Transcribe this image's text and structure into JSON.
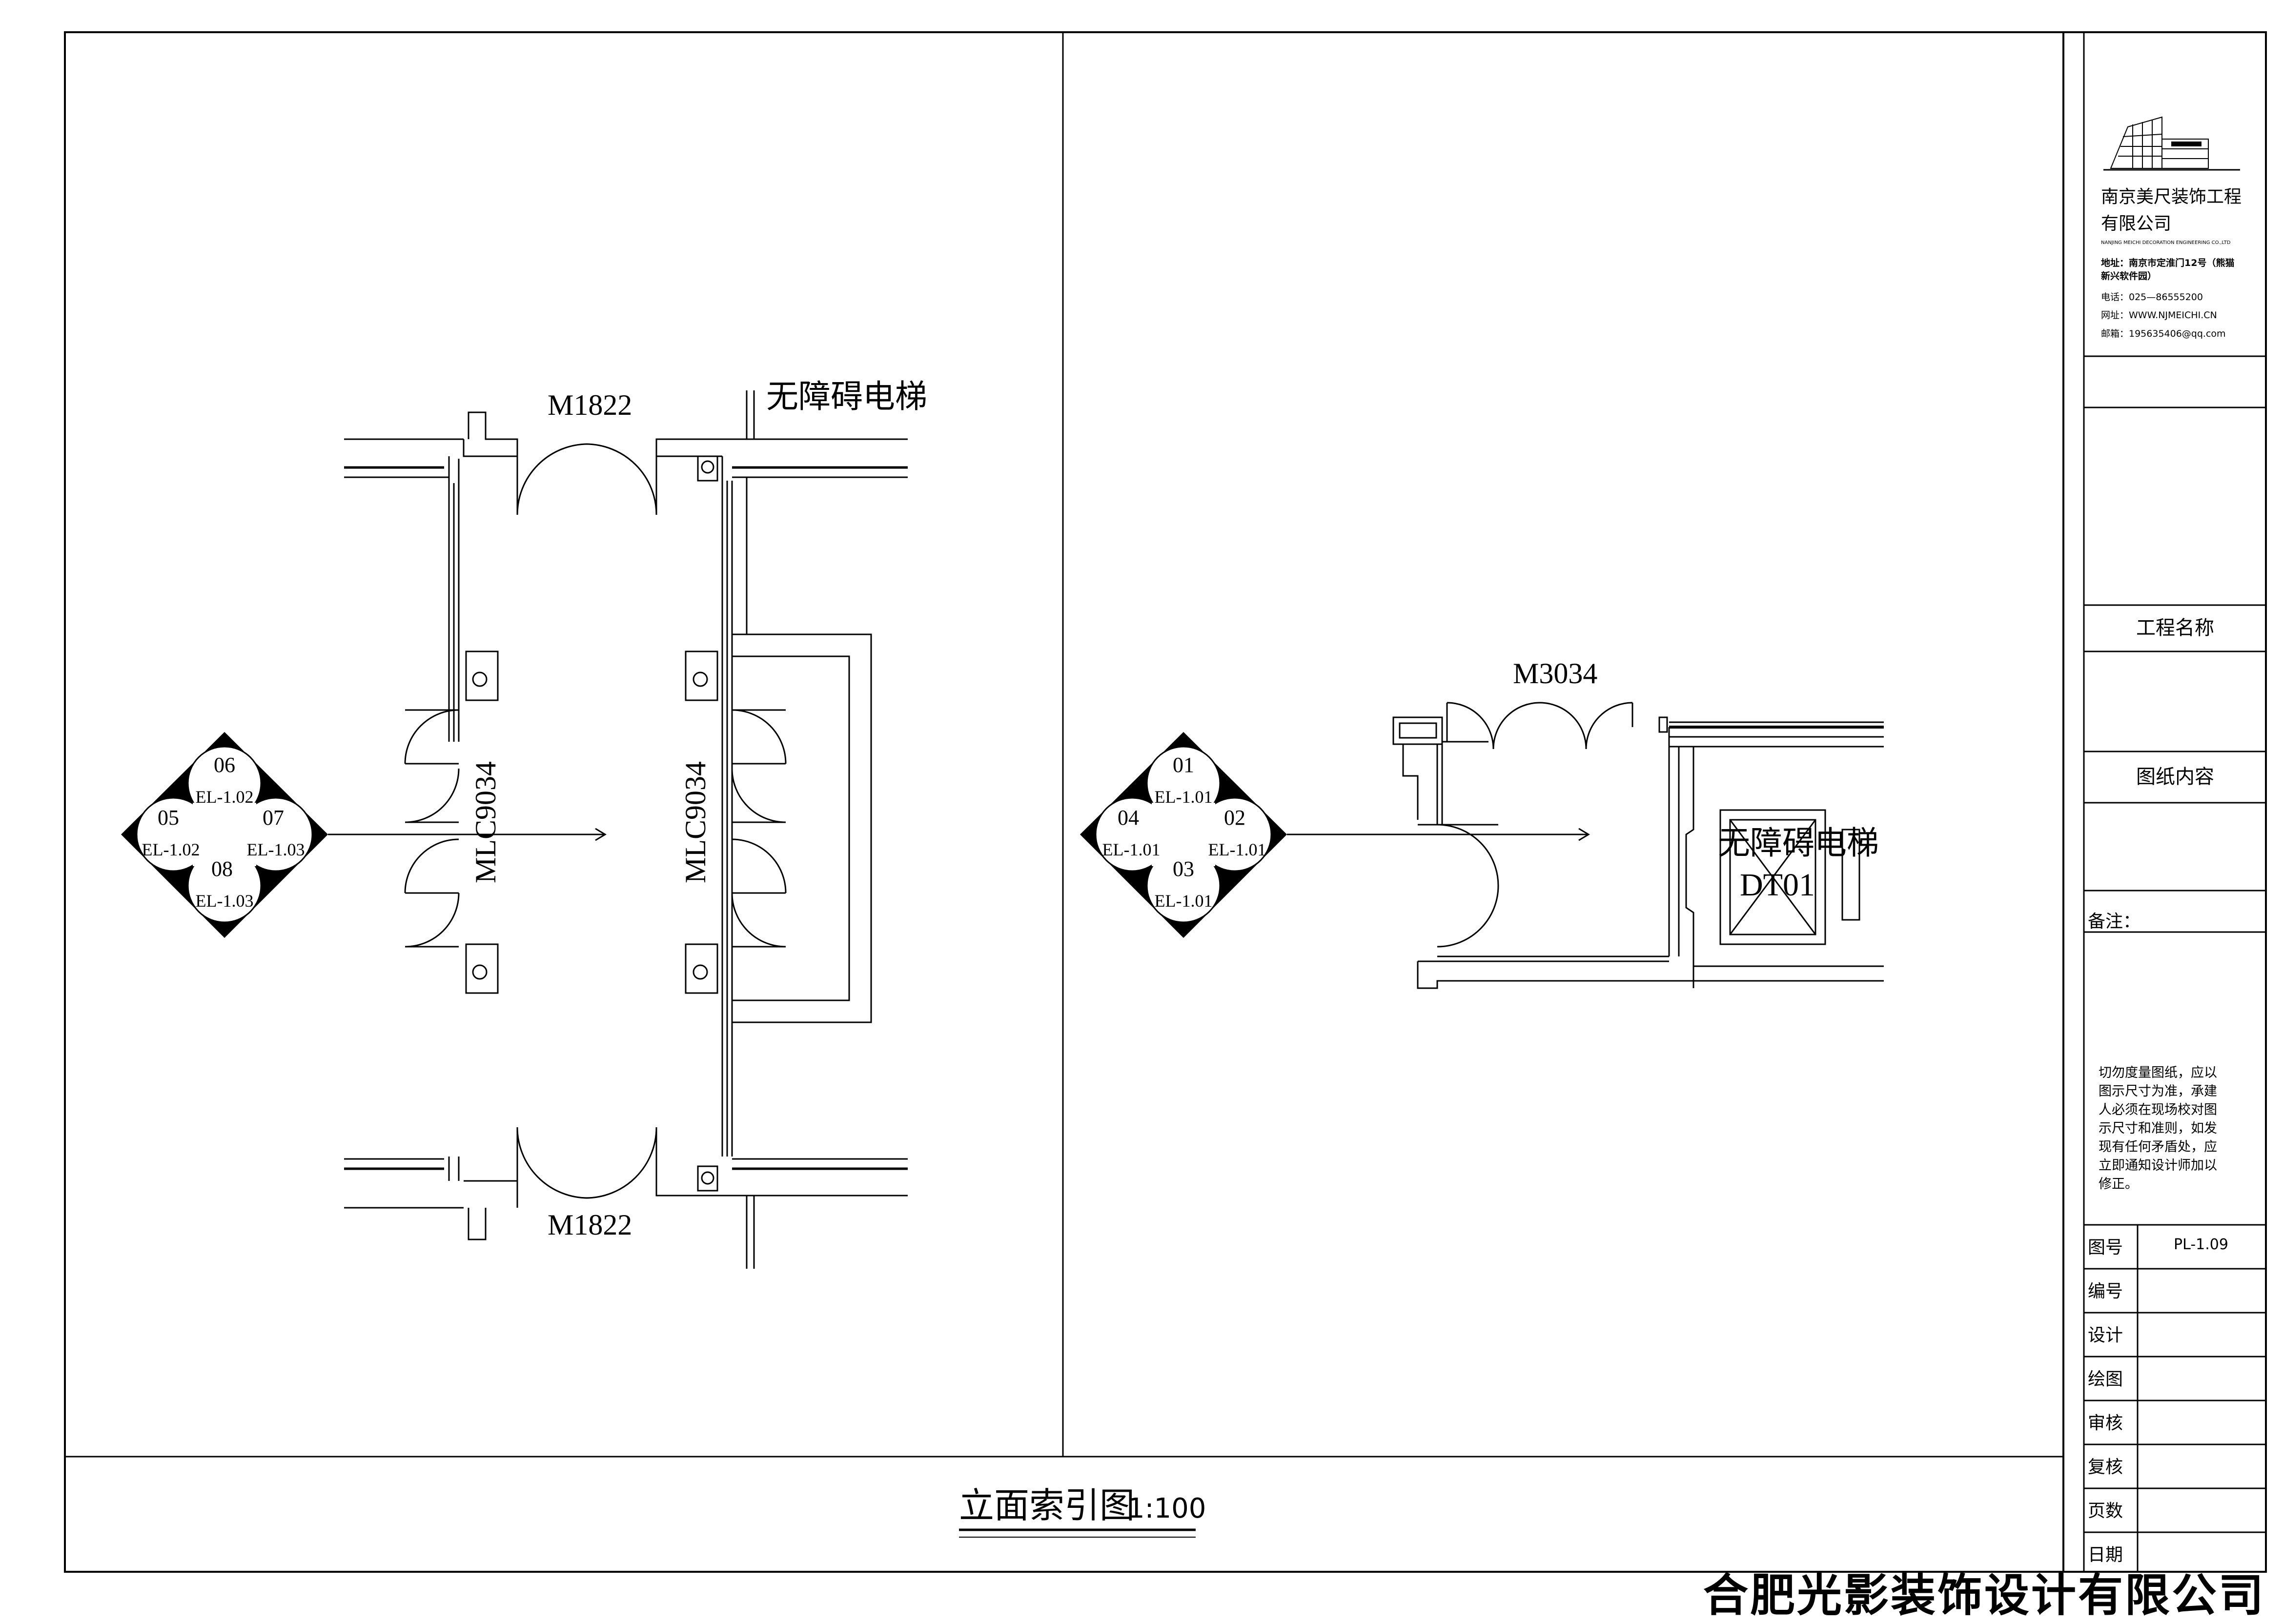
{
  "drawing": {
    "plan_left": {
      "door_top": "M1822",
      "door_bottom": "M1822",
      "window_left": "MLC9034",
      "window_right": "MLC9034",
      "elevator_label_cut": "无障碍电梯",
      "index": {
        "top_num": "06",
        "top_ref": "EL-1.02",
        "left_num": "05",
        "left_ref": "EL-1.02",
        "right_num": "07",
        "right_ref": "EL-1.03",
        "bottom_num": "08",
        "bottom_ref": "EL-1.03"
      }
    },
    "plan_right": {
      "door_top": "M3034",
      "elevator_name": "无障碍电梯",
      "elevator_code": "DT01",
      "index": {
        "top_num": "01",
        "top_ref": "EL-1.01",
        "left_num": "04",
        "left_ref": "EL-1.01",
        "right_num": "02",
        "right_ref": "EL-1.01",
        "bottom_num": "03",
        "bottom_ref": "EL-1.01"
      }
    },
    "title": "立面索引图",
    "scale": "1:100"
  },
  "title_block": {
    "company_line1": "南京美尺装饰工程",
    "company_line2": "有限公司",
    "company_en": "NANJING MEICHI DECORATION ENGINEERING CO.,LTD",
    "address_1": "地址：南京市定淮门12号（熊猫",
    "address_2": "新兴软件园）",
    "phone": "电话：025—86555200",
    "web": "网址：WWW.NJMEICHI.CN",
    "email": "邮箱：195635406@qq.com",
    "project_name": "工程名称",
    "drawing_content": "图纸内容",
    "remarks": "备注：",
    "note_lines": [
      "切勿度量图纸，应以",
      "图示尺寸为准，承建",
      "人必须在现场校对图",
      "示尺寸和准则，如发",
      "现有任何矛盾处，应",
      "立即通知设计师加以",
      "修正。"
    ],
    "rows": [
      {
        "label": "图号",
        "value": "PL-1.09"
      },
      {
        "label": "编号",
        "value": ""
      },
      {
        "label": "设计",
        "value": ""
      },
      {
        "label": "绘图",
        "value": ""
      },
      {
        "label": "审核",
        "value": ""
      },
      {
        "label": "复核",
        "value": ""
      },
      {
        "label": "页数",
        "value": ""
      },
      {
        "label": "日期",
        "value": ""
      }
    ]
  },
  "credit": "合肥光影装饰设计有限公司 绘制"
}
